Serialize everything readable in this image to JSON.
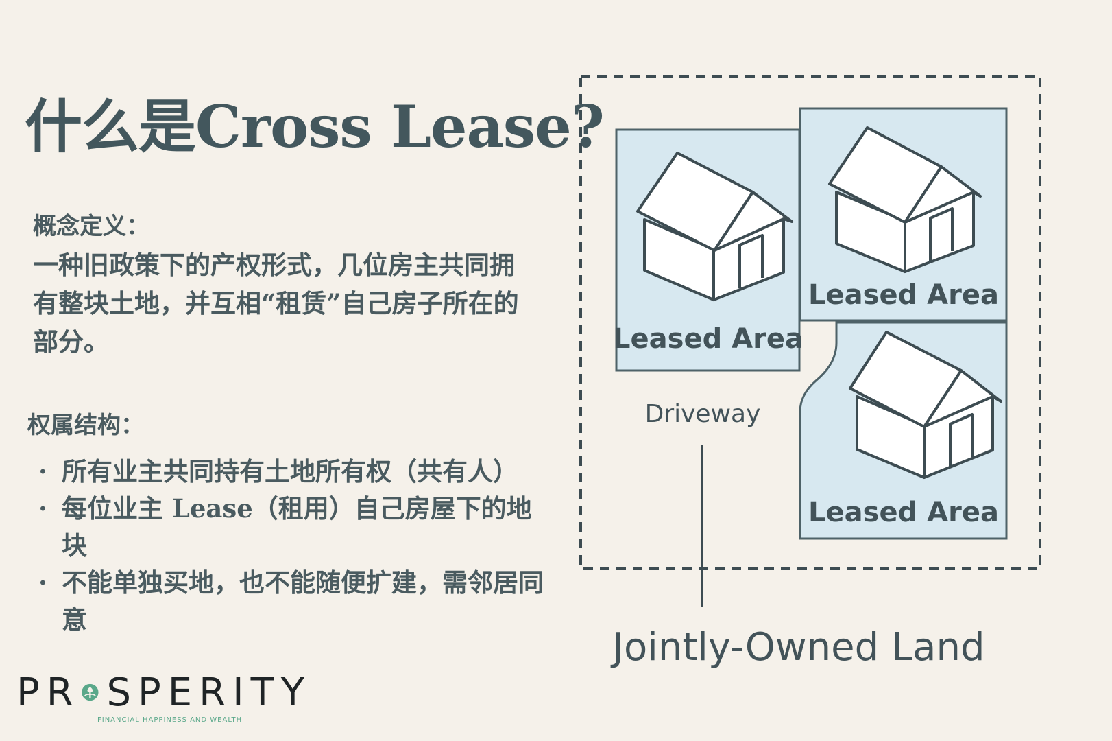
{
  "title": "什么是Cross Lease?",
  "definition": {
    "label": "概念定义：",
    "text": "一种旧政策下的产权形式，几位房主共同拥有整块土地，并互相“租赁”自己房子所在的部分。"
  },
  "structure": {
    "label": "权属结构：",
    "items": [
      "所有业主共同持有土地所有权（共有人）",
      "每位业主 Lease（租用）自己房屋下的地块",
      "不能单独买地，也不能随便扩建，需邻居同意"
    ]
  },
  "diagram": {
    "leased_labels": [
      "Leased Area",
      "Leased Area",
      "Leased Area"
    ],
    "driveway_label": "Driveway",
    "land_label": "Jointly-Owned Land",
    "colors": {
      "lease_fill": "#d7e8f0",
      "outline": "#3d4c52",
      "house_fill": "#ffffff"
    }
  },
  "logo": {
    "name_before": "PR",
    "name_after": "SPERITY",
    "tagline": "FINANCIAL HAPPINESS AND WEALTH"
  }
}
